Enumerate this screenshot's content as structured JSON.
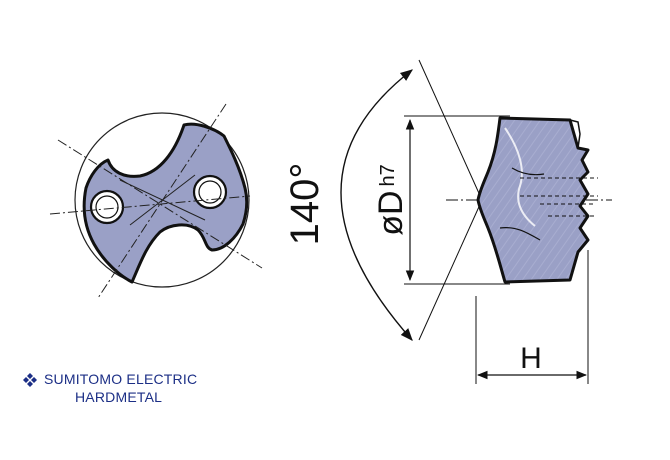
{
  "labels": {
    "angle": "140°",
    "diameter": "øD",
    "tolerance": "h7",
    "length": "H"
  },
  "brand": {
    "line1": "SUMITOMO ELECTRIC",
    "line2": "HARDMETAL"
  },
  "colors": {
    "tool_fill": "#9aa0c6",
    "tool_fill_light": "#bcc0dc",
    "line": "#111111",
    "brand": "#1c2f86"
  },
  "icons": {
    "logo": "sumitomo-diamond-logo-icon"
  }
}
